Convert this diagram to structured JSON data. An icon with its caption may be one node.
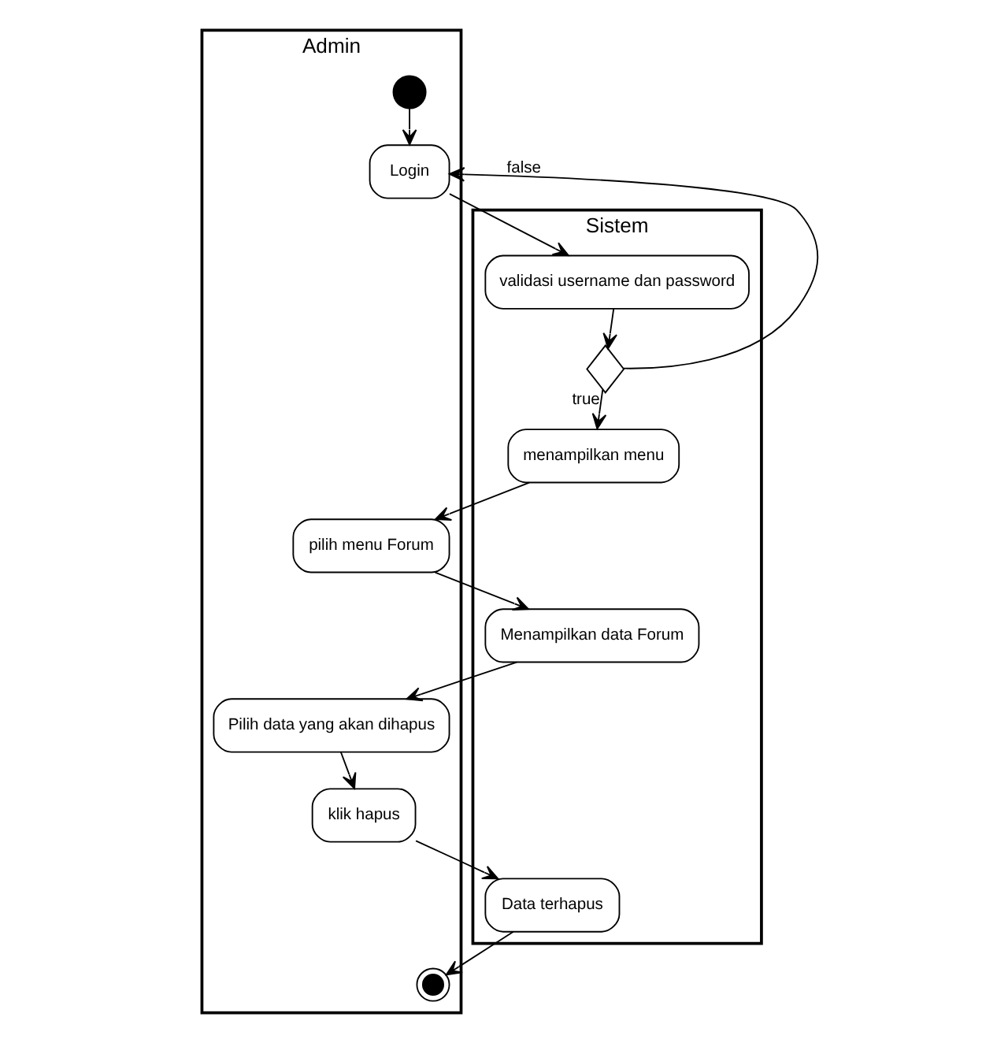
{
  "diagram": {
    "nodes": [
      {
        "text": [
          "Admin"
        ]
      },
      {
        "text": [
          "Sistem"
        ]
      },
      {
        "text": [],
        "shape": "circle",
        "in": 0
      },
      {
        "text": [
          "Login"
        ],
        "in": 0
      },
      {
        "text": [
          "validasi username dan password"
        ],
        "in": 1
      },
      {
        "text": [],
        "shape": "diamond",
        "in": 1
      },
      {
        "text": [
          "menampilkan menu"
        ],
        "in": 1
      },
      {
        "text": [
          "pilih menu Forum"
        ],
        "in": 0
      },
      {
        "text": [
          "Menampilkan data Forum"
        ],
        "in": 1
      },
      {
        "text": [
          "Pilih data yang akan dihapus"
        ],
        "in": 0
      },
      {
        "text": [
          "klik hapus"
        ],
        "in": 0
      },
      {
        "text": [
          "Data terhapus"
        ],
        "in": 1
      },
      {
        "text": [],
        "shape": "circle",
        "in": 0
      }
    ],
    "edges": [
      {
        "from": 2,
        "to": 3,
        "arrow": "to"
      },
      {
        "from": 3,
        "to": 4,
        "arrow": "to"
      },
      {
        "from": 4,
        "to": 5,
        "arrow": "to"
      },
      {
        "from": 5,
        "to": 3,
        "arrow": "to",
        "label": "false"
      },
      {
        "from": 5,
        "to": 6,
        "arrow": "to",
        "label": "true"
      },
      {
        "from": 6,
        "to": 7,
        "arrow": "to"
      },
      {
        "from": 7,
        "to": 8,
        "arrow": "to"
      },
      {
        "from": 8,
        "to": 9,
        "arrow": "to"
      },
      {
        "from": 9,
        "to": 10,
        "arrow": "to"
      },
      {
        "from": 10,
        "to": 11,
        "arrow": "to"
      },
      {
        "from": 11,
        "to": 12,
        "arrow": "to"
      }
    ]
  }
}
